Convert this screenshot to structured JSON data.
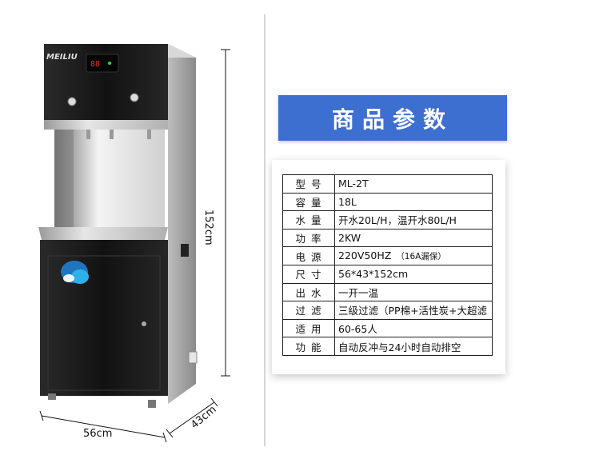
{
  "product": {
    "brand": "MEILIU",
    "dimensions": {
      "width": "56cm",
      "depth": "43cm",
      "height": "152cm"
    }
  },
  "banner": {
    "title": "商品参数"
  },
  "specs": [
    {
      "key": "型号",
      "value": "ML-2T"
    },
    {
      "key": "容量",
      "value": "18L"
    },
    {
      "key": "水量",
      "value": "开水20L/H，温开水80L/H"
    },
    {
      "key": "功率",
      "value": "2KW"
    },
    {
      "key": "电源",
      "value": "220V50HZ",
      "note": "（16A漏保）"
    },
    {
      "key": "尺寸",
      "value": "56*43*152cm"
    },
    {
      "key": "出水",
      "value": "一开一温"
    },
    {
      "key": "过滤",
      "value": "三级过滤（PP棉+活性炭+大超滤"
    },
    {
      "key": "适用",
      "value": "60-65人"
    },
    {
      "key": "功能",
      "value": "自动反冲与24小时自动排空"
    }
  ],
  "colors": {
    "banner": "#3d6fd0",
    "cabinet": "#1e1e1e",
    "steel": "#c8c8c8"
  }
}
